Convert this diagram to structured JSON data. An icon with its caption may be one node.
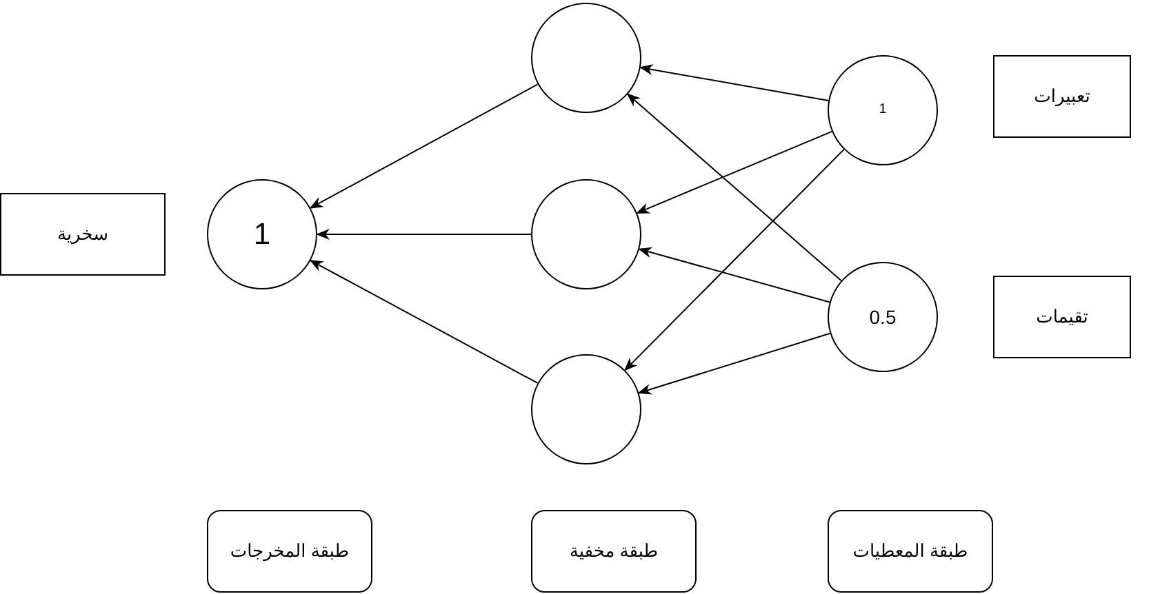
{
  "diagram": {
    "nodes": [
      {
        "text": [
          "سخرية"
        ]
      },
      {
        "text": [
          "1"
        ]
      },
      {
        "text": [],
        "shape": "circle"
      },
      {
        "text": [],
        "shape": "circle"
      },
      {
        "text": [],
        "shape": "circle"
      },
      {
        "text": [
          "1"
        ]
      },
      {
        "text": [
          "0.5"
        ]
      },
      {
        "text": [
          "تعبيرات"
        ]
      },
      {
        "text": [
          "تقيمات"
        ]
      },
      {
        "text": [
          "طبقة المخرجات"
        ]
      },
      {
        "text": [
          "طبقة مخفية"
        ]
      },
      {
        "text": [
          "طبقة المعطيات"
        ]
      }
    ],
    "edges": [
      {
        "from": 2,
        "to": 1,
        "arrow": "to"
      },
      {
        "from": 3,
        "to": 1,
        "arrow": "to"
      },
      {
        "from": 4,
        "to": 1,
        "arrow": "to"
      },
      {
        "from": 5,
        "to": 2,
        "arrow": "to"
      },
      {
        "from": 5,
        "to": 3,
        "arrow": "to"
      },
      {
        "from": 5,
        "to": 4,
        "arrow": "to"
      },
      {
        "from": 6,
        "to": 2,
        "arrow": "to"
      },
      {
        "from": 6,
        "to": 3,
        "arrow": "to"
      },
      {
        "from": 6,
        "to": 4,
        "arrow": "to"
      }
    ]
  }
}
